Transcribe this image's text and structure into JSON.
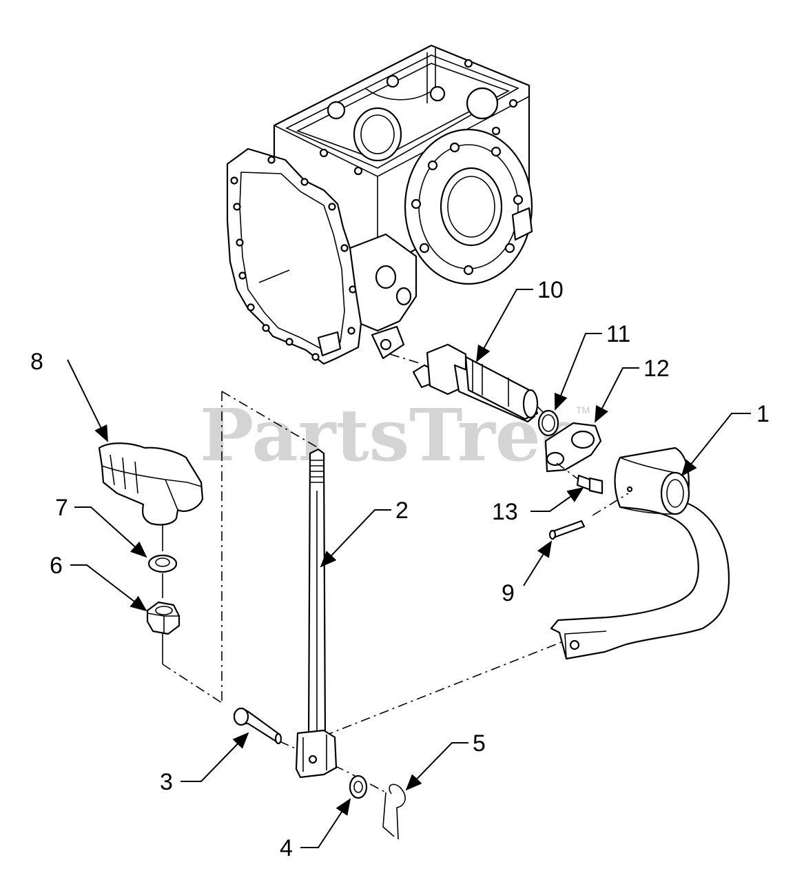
{
  "watermark": {
    "text": "PartsTree",
    "mark": "TM"
  },
  "callouts": [
    {
      "id": "1",
      "text": "1"
    },
    {
      "id": "2",
      "text": "2"
    },
    {
      "id": "3",
      "text": "3"
    },
    {
      "id": "4",
      "text": "4"
    },
    {
      "id": "5",
      "text": "5"
    },
    {
      "id": "6",
      "text": "6"
    },
    {
      "id": "7",
      "text": "7"
    },
    {
      "id": "8",
      "text": "8"
    },
    {
      "id": "9",
      "text": "9"
    },
    {
      "id": "10",
      "text": "10"
    },
    {
      "id": "11",
      "text": "11"
    },
    {
      "id": "12",
      "text": "12"
    },
    {
      "id": "13",
      "text": "13"
    }
  ],
  "colors": {
    "line": "#000000",
    "watermark": "#d4d4d4",
    "background": "#ffffff"
  }
}
